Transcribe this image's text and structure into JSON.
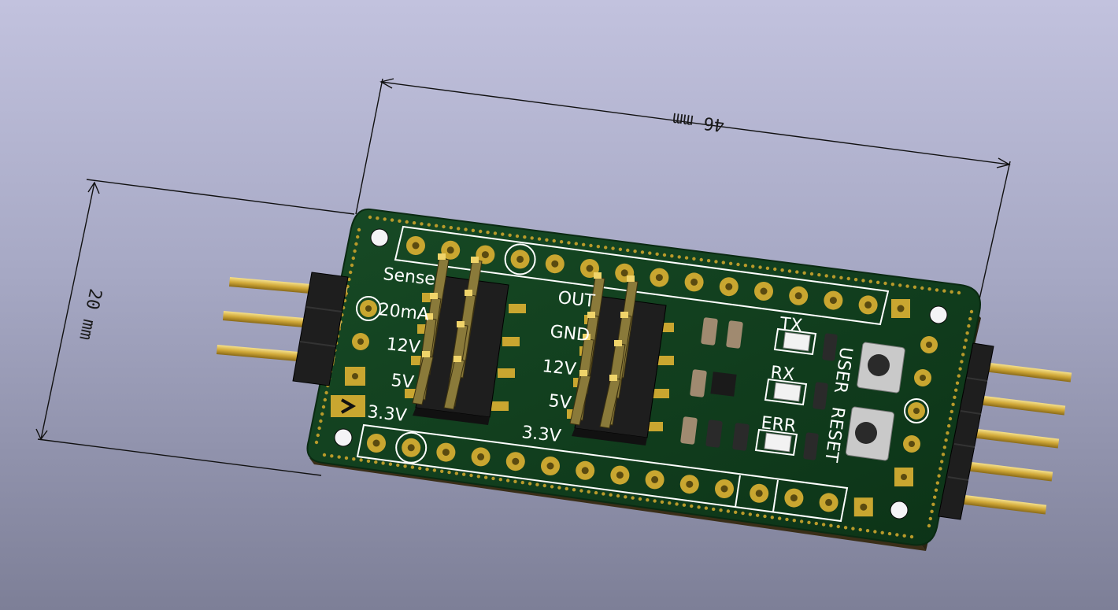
{
  "dimensions": {
    "length_label": "46 mm",
    "width_label": "20 mm"
  },
  "silkscreen": {
    "left_labels": [
      "Sense",
      "20mA",
      "12V",
      "5V",
      "3.3V"
    ],
    "center_labels": [
      "OUT",
      "GND",
      "12V",
      "5V",
      "3.3V"
    ],
    "leds": [
      "TX",
      "RX",
      "ERR"
    ],
    "buttons": [
      "USER",
      "RESET"
    ]
  },
  "colors": {
    "board": "#0f3a1b",
    "gold": "#c9a630",
    "silk": "#ffffff",
    "header_plastic": "#1e1e1e"
  }
}
